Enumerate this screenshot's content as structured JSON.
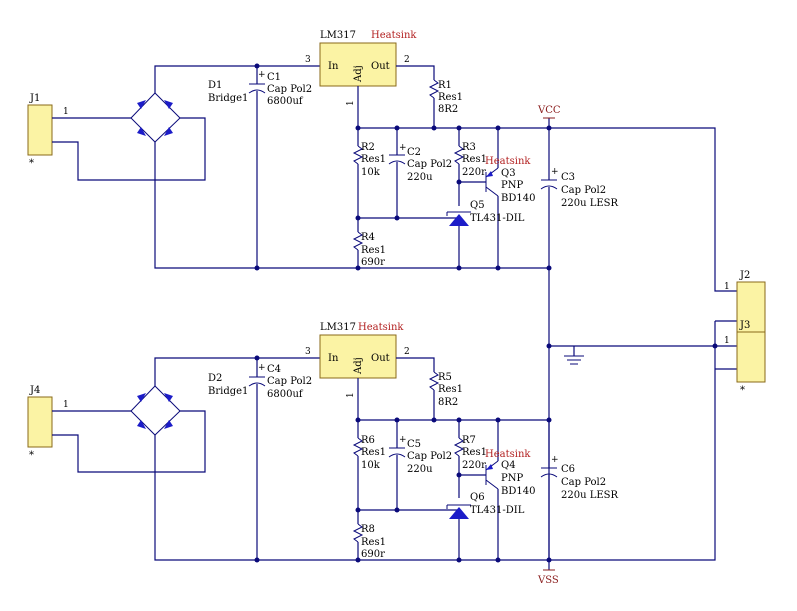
{
  "connectors": {
    "j1": {
      "ref": "J1",
      "pin": "1",
      "mark": "*"
    },
    "j4": {
      "ref": "J4",
      "pin": "1",
      "mark": "*"
    },
    "j2": {
      "ref": "J2",
      "pin": "1"
    },
    "j3": {
      "ref": "J3",
      "pin": "1",
      "mark": "*"
    }
  },
  "bridges": {
    "d1": {
      "ref": "D1",
      "value": "Bridge1"
    },
    "d2": {
      "ref": "D2",
      "value": "Bridge1"
    }
  },
  "regulators": {
    "u1": {
      "name": "LM317",
      "tag": "Heatsink",
      "in": "In",
      "out": "Out",
      "adj": "Adj",
      "pin_in": "3",
      "pin_out": "2",
      "pin_adj": "1"
    },
    "u2": {
      "name": "LM317",
      "tag": "Heatsink",
      "in": "In",
      "out": "Out",
      "adj": "Adj",
      "pin_in": "3",
      "pin_out": "2",
      "pin_adj": "1"
    }
  },
  "capacitors": {
    "c1": {
      "ref": "C1",
      "type": "Cap Pol2",
      "value": "6800uf"
    },
    "c2": {
      "ref": "C2",
      "type": "Cap Pol2",
      "value": "220u"
    },
    "c3": {
      "ref": "C3",
      "type": "Cap Pol2",
      "value": "220u LESR"
    },
    "c4": {
      "ref": "C4",
      "type": "Cap Pol2",
      "value": "6800uf"
    },
    "c5": {
      "ref": "C5",
      "type": "Cap Pol2",
      "value": "220u"
    },
    "c6": {
      "ref": "C6",
      "type": "Cap Pol2",
      "value": "220u LESR"
    }
  },
  "resistors": {
    "r1": {
      "ref": "R1",
      "type": "Res1",
      "value": "8R2"
    },
    "r2": {
      "ref": "R2",
      "type": "Res1",
      "value": "10k"
    },
    "r3": {
      "ref": "R3",
      "type": "Res1",
      "value": "220r"
    },
    "r4": {
      "ref": "R4",
      "type": "Res1",
      "value": "690r"
    },
    "r5": {
      "ref": "R5",
      "type": "Res1",
      "value": "8R2"
    },
    "r6": {
      "ref": "R6",
      "type": "Res1",
      "value": "10k"
    },
    "r7": {
      "ref": "R7",
      "type": "Res1",
      "value": "220r"
    },
    "r8": {
      "ref": "R8",
      "type": "Res1",
      "value": "690r"
    }
  },
  "transistors": {
    "q3": {
      "ref": "Q3",
      "type": "PNP",
      "value": "BD140",
      "tag": "Heatsink"
    },
    "q4": {
      "ref": "Q4",
      "type": "PNP",
      "value": "BD140",
      "tag": "Heatsink"
    }
  },
  "shunts": {
    "q5": {
      "ref": "Q5",
      "value": "TL431-DIL"
    },
    "q6": {
      "ref": "Q6",
      "value": "TL431-DIL"
    }
  },
  "nets": {
    "vcc": "VCC",
    "vss": "VSS"
  },
  "colors": {
    "wire": "#0a0a7a",
    "component_fill": "#fbf3a4",
    "diode": "#1c1cc8",
    "tag_red": "#b21f1f"
  }
}
